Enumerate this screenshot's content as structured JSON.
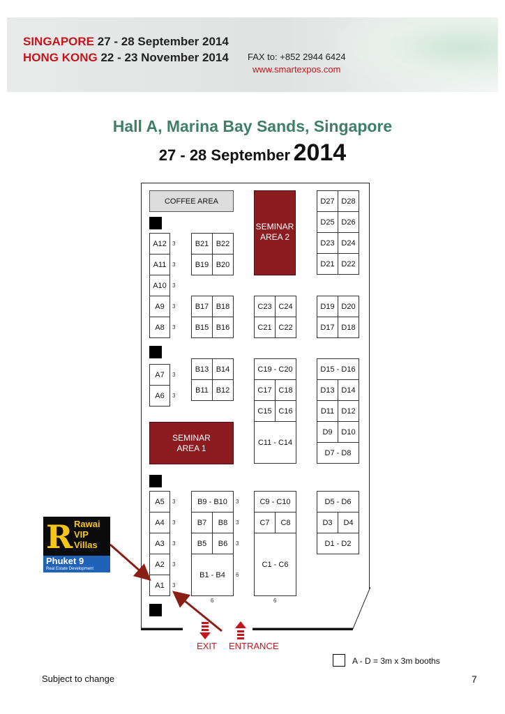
{
  "header": {
    "line1_city": "SINGAPORE",
    "line1_date": "27 - 28 September 2014",
    "line2_city": "HONG KONG",
    "line2_date": "22 - 23 November 2014",
    "fax": "FAX to: +852 2944 6424",
    "website": "www.smartexpos.com"
  },
  "title": "Hall A, Marina Bay Sands, Singapore",
  "subtitle_part1": "27 - 28 September",
  "subtitle_part2": "2014",
  "areas": {
    "coffee": "COFFEE AREA",
    "seminar1_line1": "SEMINAR",
    "seminar1_line2": "AREA 1",
    "seminar2_line1": "SEMINAR",
    "seminar2_line2": "AREA 2"
  },
  "booths": {
    "a": [
      "A12",
      "A11",
      "A10",
      "A9",
      "A8",
      "A7",
      "A6",
      "A5",
      "A4",
      "A3",
      "A2",
      "A1"
    ],
    "b": [
      "B21",
      "B22",
      "B19",
      "B20",
      "B17",
      "B18",
      "B15",
      "B16",
      "B13",
      "B14",
      "B11",
      "B12",
      "B9 - B10",
      "B7",
      "B8",
      "B5",
      "B6",
      "B1 - B4"
    ],
    "c": [
      "C23",
      "C24",
      "C21",
      "C22",
      "C19 - C20",
      "C17",
      "C18",
      "C15",
      "C16",
      "C11 - C14",
      "C9 - C10",
      "C7",
      "C8",
      "C1 - C6"
    ],
    "d": [
      "D27",
      "D28",
      "D25",
      "D26",
      "D23",
      "D24",
      "D21",
      "D22",
      "D19",
      "D20",
      "D17",
      "D18",
      "D15 - D16",
      "D13",
      "D14",
      "D11",
      "D12",
      "D9",
      "D10",
      "D7 - D8",
      "D5 - D6",
      "D3",
      "D4",
      "D1 - D2"
    ]
  },
  "dimension_marks": {
    "three": "3",
    "six": "6"
  },
  "labels": {
    "exit": "EXIT",
    "entrance": "ENTRANCE"
  },
  "legend": "A - D = 3m x 3m booths",
  "footer": {
    "note": "Subject to change",
    "page": "7"
  },
  "logo": {
    "letter": "R",
    "line1": "Rawai",
    "line2": "VIP",
    "line3": "Villas",
    "brand": "Phuket 9",
    "tagline": "Real Estate Development"
  },
  "colors": {
    "accent_red": "#c4161c",
    "seminar": "#8c1c20",
    "title_green": "#3f7f66"
  }
}
